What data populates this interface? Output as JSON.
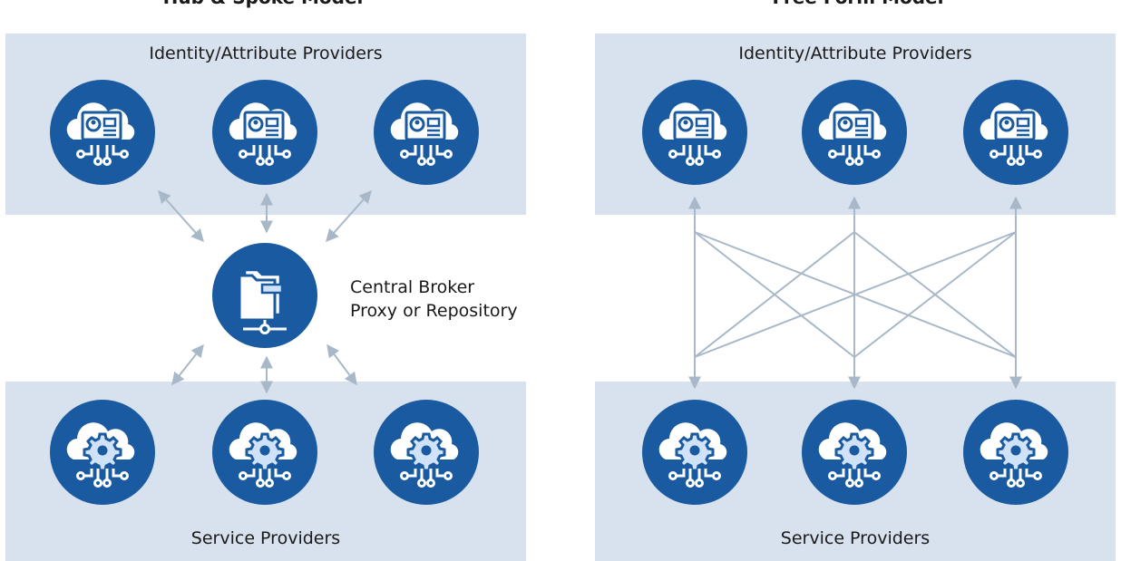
{
  "left_panel": {
    "title": "Hub & Spoke Model",
    "top_band_label": "Identity/Attribute Providers",
    "bottom_band_label": "Service Providers",
    "broker": {
      "line1": "Central Broker",
      "line2": "Proxy or Repository"
    }
  },
  "right_panel": {
    "title": "Free Form Model",
    "top_band_label": "Identity/Attribute Providers",
    "bottom_band_label": "Service Providers"
  },
  "colors": {
    "band": "#d8e2ee",
    "node": "#1a5aa0",
    "connector": "#a9b8c8",
    "icon_light": "#cfe2f7"
  },
  "icons": {
    "identity_provider": "cloud-identity-card-icon",
    "service_provider": "cloud-gear-icon",
    "broker": "folder-network-icon"
  }
}
